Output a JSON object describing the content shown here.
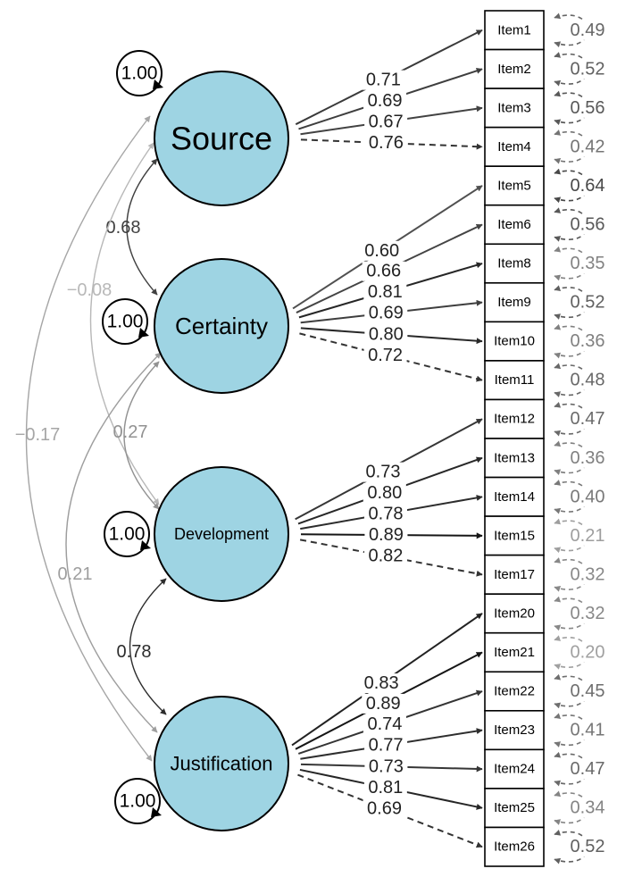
{
  "factors": [
    {
      "id": "Source",
      "label": "Source",
      "variance": "1.00"
    },
    {
      "id": "Certainty",
      "label": "Certainty",
      "variance": "1.00"
    },
    {
      "id": "Development",
      "label": "Development",
      "variance": "1.00"
    },
    {
      "id": "Justification",
      "label": "Justification",
      "variance": "1.00"
    }
  ],
  "items": [
    {
      "label": "Item1",
      "residual": "0.49"
    },
    {
      "label": "Item2",
      "residual": "0.52"
    },
    {
      "label": "Item3",
      "residual": "0.56"
    },
    {
      "label": "Item4",
      "residual": "0.42"
    },
    {
      "label": "Item5",
      "residual": "0.64"
    },
    {
      "label": "Item6",
      "residual": "0.56"
    },
    {
      "label": "Item8",
      "residual": "0.35"
    },
    {
      "label": "Item9",
      "residual": "0.52"
    },
    {
      "label": "Item10",
      "residual": "0.36"
    },
    {
      "label": "Item11",
      "residual": "0.48"
    },
    {
      "label": "Item12",
      "residual": "0.47"
    },
    {
      "label": "Item13",
      "residual": "0.36"
    },
    {
      "label": "Item14",
      "residual": "0.40"
    },
    {
      "label": "Item15",
      "residual": "0.21"
    },
    {
      "label": "Item17",
      "residual": "0.32"
    },
    {
      "label": "Item20",
      "residual": "0.32"
    },
    {
      "label": "Item21",
      "residual": "0.20"
    },
    {
      "label": "Item22",
      "residual": "0.45"
    },
    {
      "label": "Item23",
      "residual": "0.41"
    },
    {
      "label": "Item24",
      "residual": "0.47"
    },
    {
      "label": "Item25",
      "residual": "0.34"
    },
    {
      "label": "Item26",
      "residual": "0.52"
    }
  ],
  "loadings": [
    {
      "factor": "Source",
      "item": "Item1",
      "value": "0.71",
      "dashed": false
    },
    {
      "factor": "Source",
      "item": "Item2",
      "value": "0.69",
      "dashed": false
    },
    {
      "factor": "Source",
      "item": "Item3",
      "value": "0.67",
      "dashed": false
    },
    {
      "factor": "Source",
      "item": "Item4",
      "value": "0.76",
      "dashed": true
    },
    {
      "factor": "Certainty",
      "item": "Item5",
      "value": "0.60",
      "dashed": false
    },
    {
      "factor": "Certainty",
      "item": "Item6",
      "value": "0.66",
      "dashed": false
    },
    {
      "factor": "Certainty",
      "item": "Item8",
      "value": "0.81",
      "dashed": false
    },
    {
      "factor": "Certainty",
      "item": "Item9",
      "value": "0.69",
      "dashed": false
    },
    {
      "factor": "Certainty",
      "item": "Item10",
      "value": "0.80",
      "dashed": false
    },
    {
      "factor": "Certainty",
      "item": "Item11",
      "value": "0.72",
      "dashed": true
    },
    {
      "factor": "Development",
      "item": "Item12",
      "value": "0.73",
      "dashed": false
    },
    {
      "factor": "Development",
      "item": "Item13",
      "value": "0.80",
      "dashed": false
    },
    {
      "factor": "Development",
      "item": "Item14",
      "value": "0.78",
      "dashed": false
    },
    {
      "factor": "Development",
      "item": "Item15",
      "value": "0.89",
      "dashed": false
    },
    {
      "factor": "Development",
      "item": "Item17",
      "value": "0.82",
      "dashed": true
    },
    {
      "factor": "Justification",
      "item": "Item20",
      "value": "0.83",
      "dashed": false
    },
    {
      "factor": "Justification",
      "item": "Item21",
      "value": "0.89",
      "dashed": false
    },
    {
      "factor": "Justification",
      "item": "Item22",
      "value": "0.74",
      "dashed": false
    },
    {
      "factor": "Justification",
      "item": "Item23",
      "value": "0.77",
      "dashed": false
    },
    {
      "factor": "Justification",
      "item": "Item24",
      "value": "0.73",
      "dashed": false
    },
    {
      "factor": "Justification",
      "item": "Item25",
      "value": "0.81",
      "dashed": false
    },
    {
      "factor": "Justification",
      "item": "Item26",
      "value": "0.69",
      "dashed": true
    }
  ],
  "covariances": [
    {
      "from": "Source",
      "to": "Certainty",
      "value": "0.68"
    },
    {
      "from": "Source",
      "to": "Development",
      "value": "−0.08"
    },
    {
      "from": "Source",
      "to": "Justification",
      "value": "−0.17"
    },
    {
      "from": "Certainty",
      "to": "Development",
      "value": "0.27"
    },
    {
      "from": "Certainty",
      "to": "Justification",
      "value": "0.21"
    },
    {
      "from": "Development",
      "to": "Justification",
      "value": "0.78"
    }
  ],
  "colors": {
    "factor_fill": "#9ed4e3",
    "stroke": "#000000"
  }
}
